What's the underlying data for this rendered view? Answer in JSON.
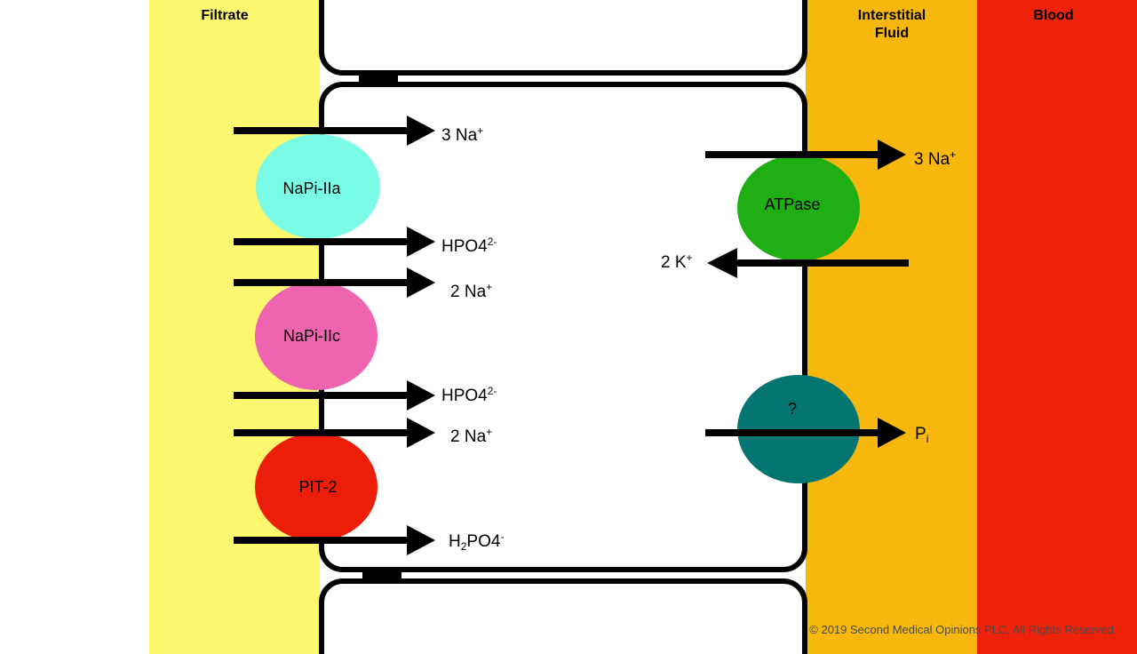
{
  "regions": {
    "filtrate": "Filtrate",
    "interstitial_line1": "Interstitial",
    "interstitial_line2": "Fluid",
    "blood": "Blood"
  },
  "colors": {
    "filtrate": "#fdf870",
    "interstitial": "#f7b70c",
    "blood": "#ee2208",
    "napi_iia": "#7afbe6",
    "napi_iic": "#ee64b0",
    "pit2": "#ec1e09",
    "atpase": "#1fae13",
    "unknown": "#057571"
  },
  "transporters": {
    "napi_iia": "NaPi-IIa",
    "napi_iic": "NaPi-IIc",
    "pit2": "PIT-2",
    "atpase": "ATPase",
    "unknown": "?"
  },
  "ions": {
    "na3_apical": {
      "base": "3 Na",
      "sup": "+"
    },
    "hpo4_1": {
      "base": "HPO4",
      "sup": "2-"
    },
    "na2_1": {
      "base": "2 Na",
      "sup": "+"
    },
    "hpo4_2": {
      "base": "HPO4",
      "sup": "2-"
    },
    "na2_2": {
      "base": "2 Na",
      "sup": "+"
    },
    "h2po4": {
      "pre": "H",
      "sub": "2",
      "base": "PO4",
      "sup": "-"
    },
    "na3_basal": {
      "base": "3 Na",
      "sup": "+"
    },
    "k2": {
      "base": "2 K",
      "sup": "+"
    },
    "pi": {
      "base": "P",
      "sub": "i"
    }
  },
  "copyright": "© 2019 Second Medical Opinions PLC. All Rights Reserved"
}
